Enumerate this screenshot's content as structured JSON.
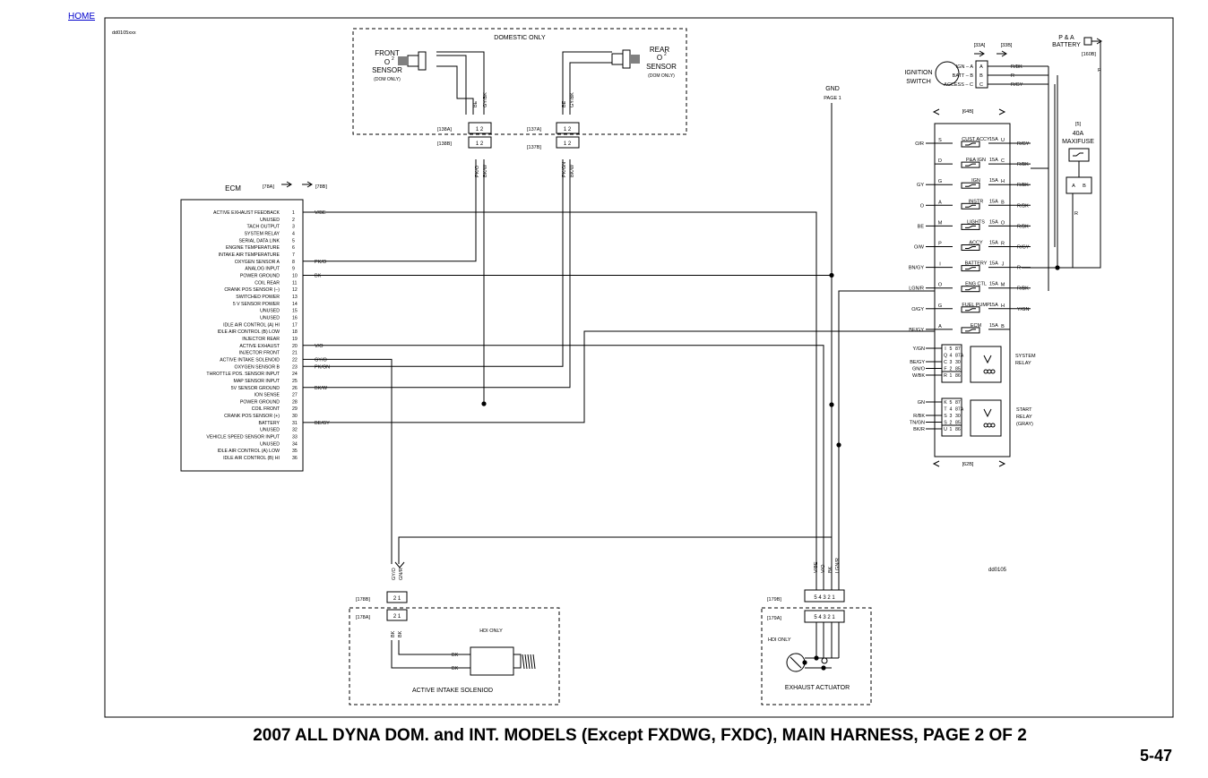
{
  "nav": {
    "home": "HOME"
  },
  "title": "2007 ALL DYNA DOM. and INT. MODELS (Except FXDWG, FXDC), MAIN HARNESS, PAGE 2 OF 2",
  "page_number": "5-47",
  "diagram": {
    "ref_top": "dd0105xxx",
    "ref_bottom": "dd0105",
    "domestic_only": "DOMESTIC ONLY",
    "front_o2": {
      "l1": "FRONT",
      "l2": "O",
      "sup": "2",
      "l3": "SENSOR",
      "note": "(DOM ONLY)",
      "conn_a": "[138A]",
      "conn_b": "[138B]",
      "wires_top": [
        "BE",
        "GY/BK"
      ],
      "wires_bot": [
        "PK/O",
        "BK/W"
      ]
    },
    "rear_o2": {
      "l1": "REAR",
      "l2": "O",
      "sup": "2",
      "l3": "SENSOR",
      "note": "(DOM ONLY)",
      "conn_a": "[137A]",
      "conn_b": "[137B]",
      "wires_top": [
        "BE",
        "GY/BK"
      ],
      "wires_bot": [
        "PK/GN",
        "BK/W"
      ]
    },
    "pins_12": "1  2",
    "gnd": {
      "label": "GND",
      "page": "PAGE 1"
    },
    "ecm": {
      "title": "ECM",
      "conn_a": "[78A]",
      "conn_b": "[78B]",
      "pins": [
        {
          "n": "1",
          "t": "ACTIVE EXHAUST FEEDBACK"
        },
        {
          "n": "2",
          "t": "UNUSED"
        },
        {
          "n": "3",
          "t": "TACH OUTPUT"
        },
        {
          "n": "4",
          "t": "SYSTEM RELAY"
        },
        {
          "n": "5",
          "t": "SERIAL DATA LINK"
        },
        {
          "n": "6",
          "t": "ENGINE TEMPERATURE"
        },
        {
          "n": "7",
          "t": "INTAKE AIR TEMPERATURE"
        },
        {
          "n": "8",
          "t": "OXYGEN SENSOR A"
        },
        {
          "n": "9",
          "t": "ANALOG INPUT"
        },
        {
          "n": "10",
          "t": "POWER GROUND"
        },
        {
          "n": "11",
          "t": "COIL REAR"
        },
        {
          "n": "12",
          "t": "CRANK POS SENSOR (–)"
        },
        {
          "n": "13",
          "t": "SWITCHED POWER"
        },
        {
          "n": "14",
          "t": "5 V SENSOR POWER"
        },
        {
          "n": "15",
          "t": "UNUSED"
        },
        {
          "n": "16",
          "t": "UNUSED"
        },
        {
          "n": "17",
          "t": "IDLE AIR CONTROL (A) HI"
        },
        {
          "n": "18",
          "t": "IDLE AIR CONTROL (B) LOW"
        },
        {
          "n": "19",
          "t": "INJECTOR REAR"
        },
        {
          "n": "20",
          "t": "ACTIVE EXHAUST"
        },
        {
          "n": "21",
          "t": "INJECTOR FRONT"
        },
        {
          "n": "22",
          "t": "ACTIVE INTAKE SOLENOID"
        },
        {
          "n": "23",
          "t": "OXYGEN SENSOR  B"
        },
        {
          "n": "24",
          "t": "THROTTLE POS. SENSOR INPUT"
        },
        {
          "n": "25",
          "t": "MAP SENSOR INPUT"
        },
        {
          "n": "26",
          "t": "5V SENSOR GROUND"
        },
        {
          "n": "27",
          "t": "ION SENSE"
        },
        {
          "n": "28",
          "t": "POWER GROUND"
        },
        {
          "n": "29",
          "t": "COIL FRONT"
        },
        {
          "n": "30",
          "t": "CRANK POS SENSOR (+)"
        },
        {
          "n": "31",
          "t": "BATTERY"
        },
        {
          "n": "32",
          "t": "UNUSED"
        },
        {
          "n": "33",
          "t": "VEHICLE SPEED SENSOR INPUT"
        },
        {
          "n": "34",
          "t": "UNUSED"
        },
        {
          "n": "35",
          "t": "IDLE AIR CONTROL (A) LOW"
        },
        {
          "n": "36",
          "t": "IDLE AIR CONTROL (B) HI"
        }
      ],
      "wires": {
        "p1": "V/BE",
        "p8": "PK/O",
        "p10": "BK",
        "p20": "V/O",
        "p22": "GY/O",
        "p23": "PK/GN",
        "p26": "BK/W",
        "p31": "BE/GY"
      }
    },
    "ignition": {
      "label1": "IGNITION",
      "label2": "SWITCH",
      "conn_a": "[33A]",
      "conn_b": "[33B]",
      "rows": [
        {
          "t": "IGN – A",
          "p": "A",
          "w": "R/BK"
        },
        {
          "t": "BATT – B",
          "p": "B",
          "w": "R"
        },
        {
          "t": "ACCESS – C",
          "p": "C",
          "w": "R/GY"
        }
      ]
    },
    "battery": {
      "l1": "P & A",
      "l2": "BATTERY",
      "conn": "[160B]",
      "wire": "R"
    },
    "maxifuse": {
      "conn": "[5]",
      "l1": "40A",
      "l2": "MAXIFUSE",
      "pa": "A",
      "pb": "B",
      "wire": "R"
    },
    "fuse_block": {
      "conn_top": "[64B]",
      "conn_bot": "[62B]",
      "fuses": [
        {
          "lw": "O/R",
          "lp": "S",
          "name": "CUST ACCY",
          "amp": "15A",
          "rp": "U",
          "rw": "R/GY"
        },
        {
          "lw": "",
          "lp": "D",
          "name": "P&A IGN",
          "amp": "15A",
          "rp": "C",
          "rw": "R/BK"
        },
        {
          "lw": "GY",
          "lp": "G",
          "name": "IGN",
          "amp": "15A",
          "rp": "H",
          "rw": "R/BK"
        },
        {
          "lw": "O",
          "lp": "A",
          "name": "INSTR",
          "amp": "15A",
          "rp": "B",
          "rw": "R/BK"
        },
        {
          "lw": "BE",
          "lp": "M",
          "name": "LIGHTS",
          "amp": "15A",
          "rp": "O",
          "rw": "R/BK"
        },
        {
          "lw": "O/W",
          "lp": "P",
          "name": "ACCY",
          "amp": "15A",
          "rp": "R",
          "rw": "R/GY"
        },
        {
          "lw": "BN/GY",
          "lp": "I",
          "name": "BATTERY",
          "amp": "15A",
          "rp": "J",
          "rw": "R"
        },
        {
          "lw": "LGN/R",
          "lp": "O",
          "name": "ENG CTL",
          "amp": "15A",
          "rp": "M",
          "rw": "R/BK"
        },
        {
          "lw": "O/GY",
          "lp": "G",
          "name": "FUEL PUMP",
          "amp": "15A",
          "rp": "H",
          "rw": "Y/GN"
        },
        {
          "lw": "BE/GY",
          "lp": "A",
          "name": "ECM",
          "amp": "15A",
          "rp": "B",
          "rw": ""
        }
      ]
    },
    "system_relay": {
      "l1": "SYSTEM",
      "l2": "RELAY",
      "rows": [
        {
          "w": "Y/GN",
          "p": "I",
          "n": "5",
          "t": "87"
        },
        {
          "w": "",
          "p": "Q",
          "n": "4",
          "t": "87A"
        },
        {
          "w": "BE/GY",
          "p": "C",
          "n": "3",
          "t": "30"
        },
        {
          "w": "GN/O",
          "p": "F",
          "n": "2",
          "t": "85"
        },
        {
          "w": "W/BK",
          "p": "R",
          "n": "1",
          "t": "86"
        }
      ]
    },
    "start_relay": {
      "l1": "START",
      "l2": "RELAY",
      "l3": "(GRAY)",
      "rows": [
        {
          "w": "GN",
          "p": "K",
          "n": "5",
          "t": "87"
        },
        {
          "w": "",
          "p": "T",
          "n": "4",
          "t": "87A"
        },
        {
          "w": "R/BK",
          "p": "S",
          "n": "3",
          "t": "30"
        },
        {
          "w": "TN/GN",
          "p": "S",
          "n": "2",
          "t": "85"
        },
        {
          "w": "BK/R",
          "p": "U",
          "n": "1",
          "t": "86"
        }
      ]
    },
    "intake": {
      "conn_a": "[178B]",
      "conn_b": "[178A]",
      "pins": "2  1",
      "wires_top": [
        "GY/O",
        "GN/R"
      ],
      "wires_bot": [
        "BK",
        "BK"
      ],
      "hdi": "HDI ONLY",
      "w1": "BK",
      "w2": "BK",
      "label": "ACTIVE INTAKE SOLENIOD"
    },
    "exhaust": {
      "conn_a": "[179B]",
      "conn_b": "[179A]",
      "pins": "5 4 3 2 1",
      "wires": [
        "V/BE",
        "V/O",
        "BK",
        "LGN/R"
      ],
      "hdi": "HDI ONLY",
      "label": "EXHAUST ACTUATOR"
    }
  }
}
